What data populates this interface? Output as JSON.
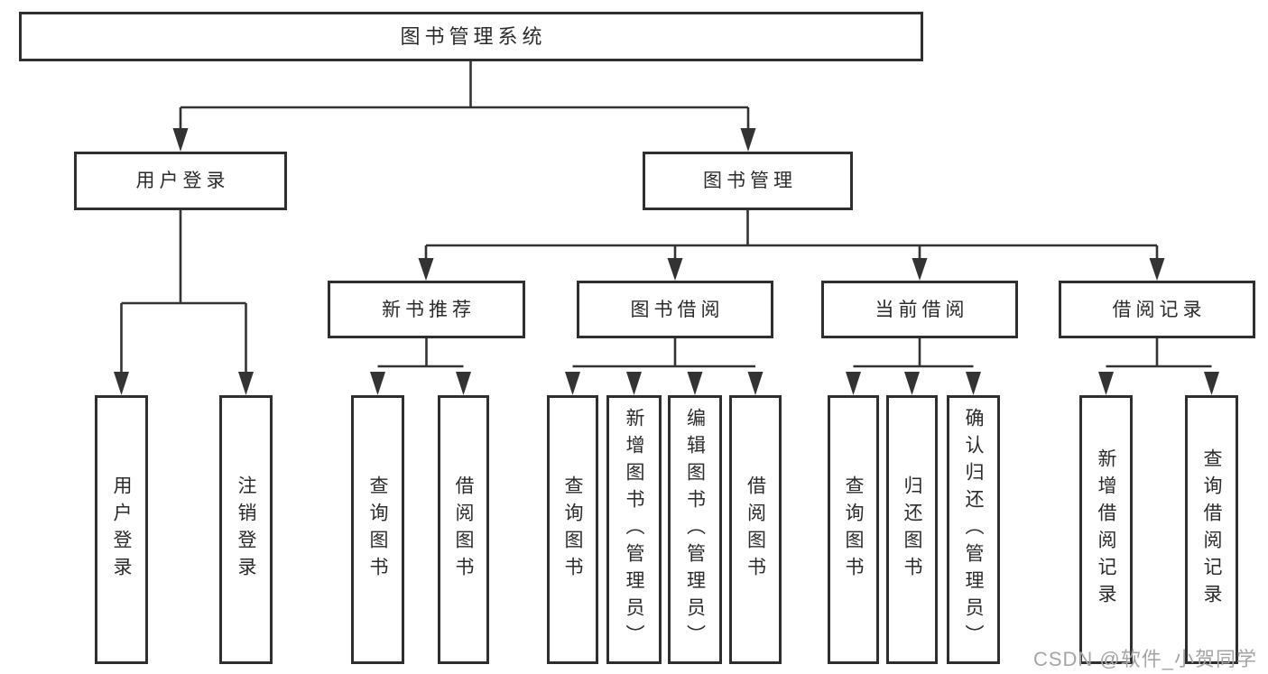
{
  "diagram": {
    "type": "hierarchy-tree",
    "colors": {
      "background": "#ffffff",
      "line": "#333333",
      "box_border": "#2f2f2f",
      "text": "#2b2b2b",
      "watermark": "#a5a5a5"
    },
    "tree": {
      "label": "图书管理系统",
      "children": [
        {
          "label": "用户登录",
          "children": [
            {
              "label": "用户登录"
            },
            {
              "label": "注销登录"
            }
          ]
        },
        {
          "label": "图书管理",
          "children": [
            {
              "label": "新书推荐",
              "children": [
                {
                  "label": "查询图书"
                },
                {
                  "label": "借阅图书"
                }
              ]
            },
            {
              "label": "图书借阅",
              "children": [
                {
                  "label": "查询图书"
                },
                {
                  "label": "新增图书（管理员）"
                },
                {
                  "label": "编辑图书（管理员）"
                },
                {
                  "label": "借阅图书"
                }
              ]
            },
            {
              "label": "当前借阅",
              "children": [
                {
                  "label": "查询图书"
                },
                {
                  "label": "归还图书"
                },
                {
                  "label": "确认归还（管理员）"
                }
              ]
            },
            {
              "label": "借阅记录",
              "children": [
                {
                  "label": "新增借阅记录"
                },
                {
                  "label": "查询借阅记录"
                }
              ]
            }
          ]
        }
      ]
    },
    "watermark": "CSDN @软件_小贺同学"
  }
}
